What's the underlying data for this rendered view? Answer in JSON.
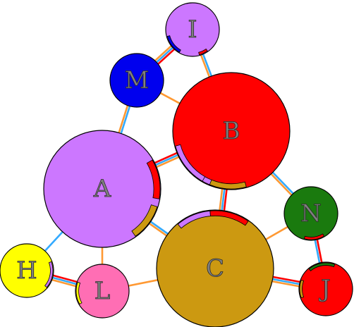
{
  "nodes": [
    {
      "id": "I",
      "label": "I",
      "color": "#cc77ff"
    },
    {
      "id": "M",
      "label": "M",
      "color": "#0000ee"
    },
    {
      "id": "B",
      "label": "B",
      "color": "#ff0000"
    },
    {
      "id": "A",
      "label": "A",
      "color": "#cc77ff"
    },
    {
      "id": "N",
      "label": "N",
      "color": "#1a7a0e"
    },
    {
      "id": "C",
      "label": "C",
      "color": "#cc9911"
    },
    {
      "id": "H",
      "label": "H",
      "color": "#ffff00"
    },
    {
      "id": "L",
      "label": "L",
      "color": "#ff6eb4"
    },
    {
      "id": "J",
      "label": "J",
      "color": "#ff0000"
    }
  ],
  "edges": [
    {
      "from": "I",
      "to": "M",
      "colors": [
        "#ff0000",
        "#33aaff",
        "#ff9933"
      ]
    },
    {
      "from": "I",
      "to": "B",
      "colors": [
        "#33aaff",
        "#ff9933"
      ]
    },
    {
      "from": "M",
      "to": "B",
      "colors": [
        "#ff9933"
      ]
    },
    {
      "from": "M",
      "to": "A",
      "colors": [
        "#33aaff",
        "#ff9933"
      ]
    },
    {
      "from": "A",
      "to": "B",
      "colors": [
        "#ff0000",
        "#33aaff",
        "#ff9933"
      ]
    },
    {
      "from": "B",
      "to": "C",
      "colors": [
        "#ff0000",
        "#33aaff",
        "#ff9933"
      ]
    },
    {
      "from": "B",
      "to": "N",
      "colors": [
        "#33aaff",
        "#ff9933"
      ]
    },
    {
      "from": "A",
      "to": "C",
      "colors": [
        "#33aaff",
        "#ff9933"
      ]
    },
    {
      "from": "A",
      "to": "H",
      "colors": [
        "#33aaff"
      ]
    },
    {
      "from": "A",
      "to": "L",
      "colors": [
        "#ff9933"
      ]
    },
    {
      "from": "H",
      "to": "L",
      "colors": [
        "#ff0000",
        "#33aaff",
        "#ff9933"
      ]
    },
    {
      "from": "L",
      "to": "C",
      "colors": [
        "#ff9933"
      ]
    },
    {
      "from": "C",
      "to": "N",
      "colors": [
        "#ff9933"
      ]
    },
    {
      "from": "C",
      "to": "J",
      "colors": [
        "#ff0000",
        "#33aaff",
        "#ff9933"
      ]
    },
    {
      "from": "N",
      "to": "J",
      "colors": [
        "#ff0000",
        "#33aaff"
      ]
    }
  ]
}
